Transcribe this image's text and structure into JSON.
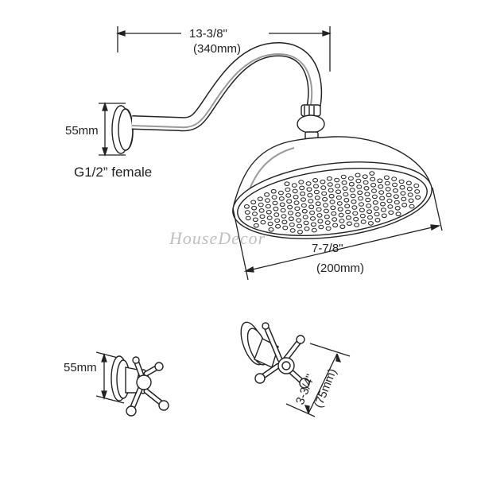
{
  "diagram": {
    "arm_length": {
      "imperial": "13-3/8\"",
      "metric": "(340mm)"
    },
    "flange_height": "55mm",
    "connection": "G1/2” female",
    "head_diameter": {
      "imperial": "7-7/8\"",
      "metric": "(200mm)"
    },
    "valve_left_height": "55mm",
    "valve_right_size": {
      "imperial": "3-3/4\"",
      "metric": "(75mm)"
    },
    "watermark": "HouseDecor"
  },
  "colors": {
    "line": "#222222",
    "shade": "#9a9a9a",
    "watermark": "#bfbfbf"
  }
}
